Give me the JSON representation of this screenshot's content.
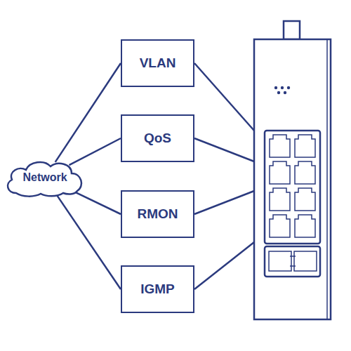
{
  "diagram": {
    "nodes": [
      {
        "text": [
          "Network"
        ]
      },
      {
        "text": [
          "VLAN"
        ]
      },
      {
        "text": [
          "QoS"
        ]
      },
      {
        "text": [
          "RMON"
        ]
      },
      {
        "text": [
          "IGMP"
        ]
      }
    ],
    "edges": [
      {
        "from": 0,
        "to": 1,
        "arrow": "none"
      },
      {
        "from": 0,
        "to": 2,
        "arrow": "none"
      },
      {
        "from": 0,
        "to": 3,
        "arrow": "none"
      },
      {
        "from": 0,
        "to": 4,
        "arrow": "none"
      }
    ]
  }
}
